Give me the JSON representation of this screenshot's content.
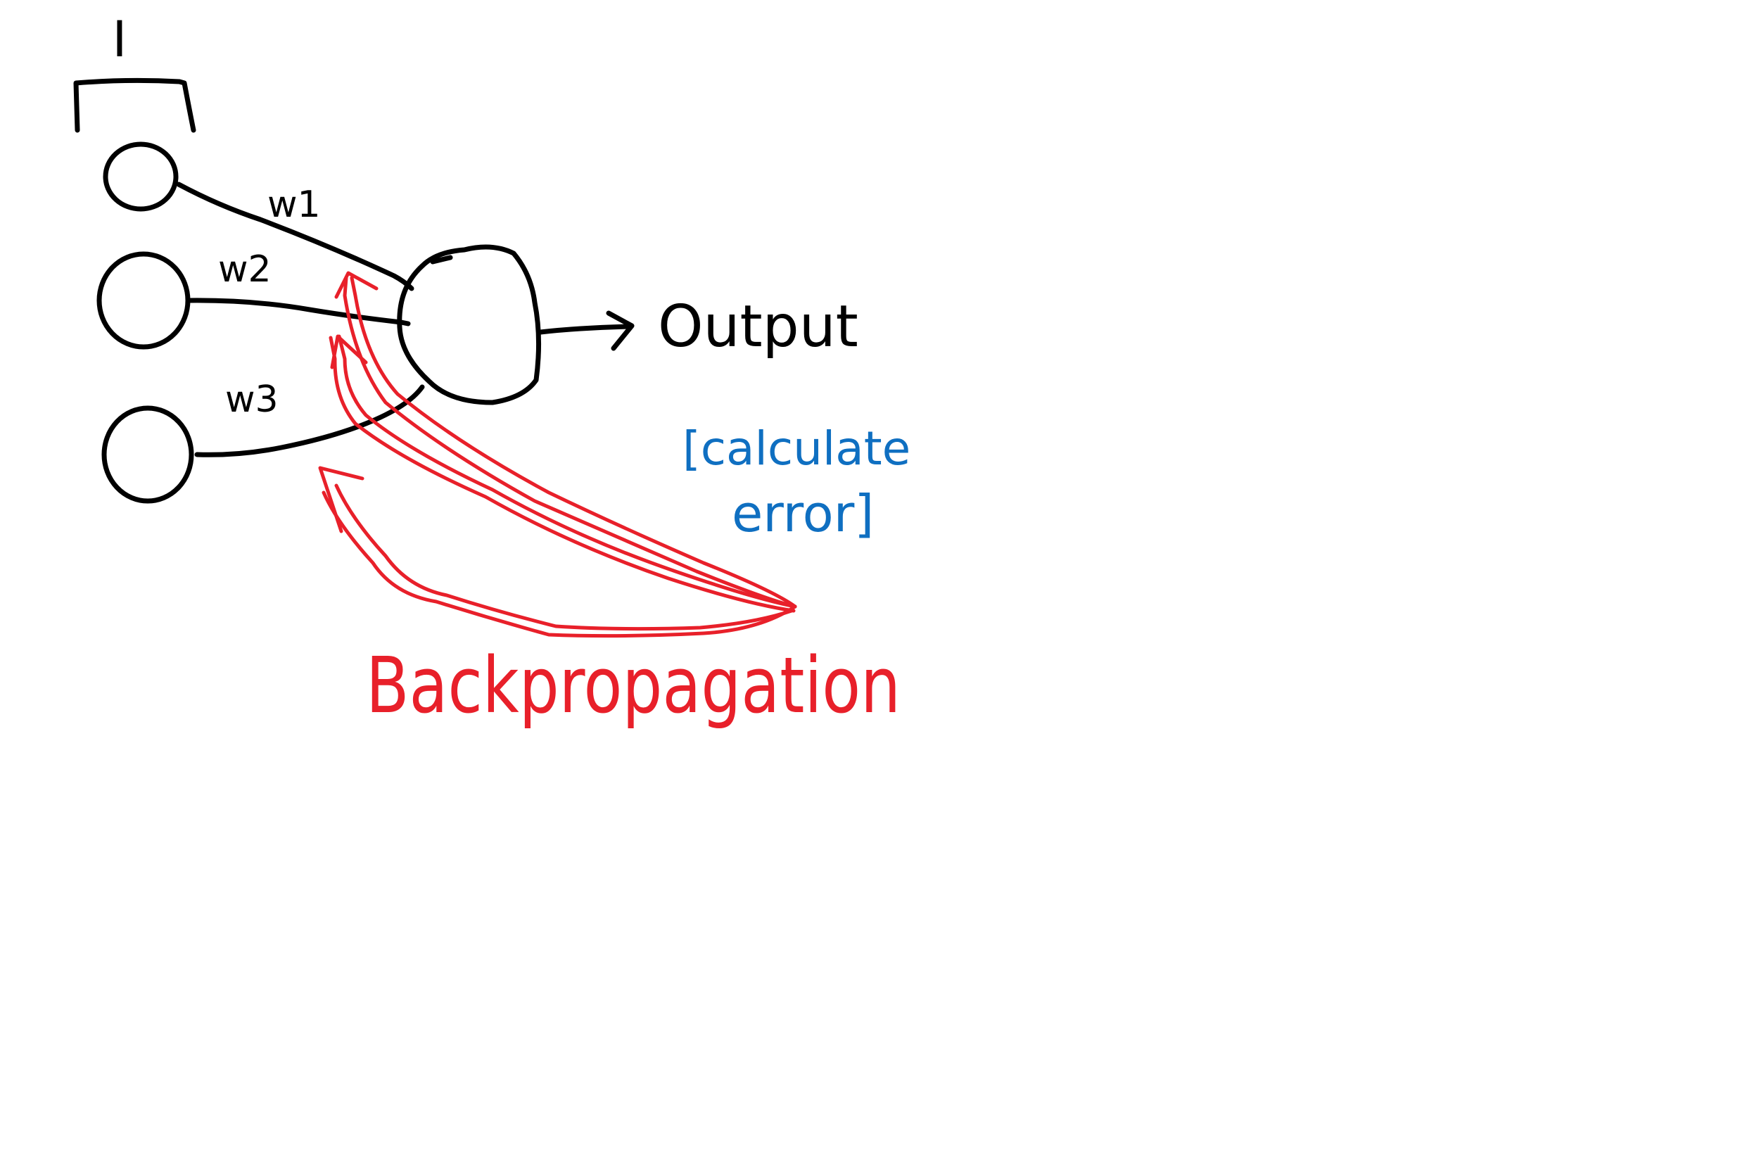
{
  "diagram": {
    "input_label": "I",
    "weights": {
      "w1": "w1",
      "w2": "w2",
      "w3": "w3"
    },
    "output_label": "Output",
    "calc_error_line1": "[calculate",
    "calc_error_line2": "error]",
    "backprop_label": "Backpropagation"
  },
  "colors": {
    "ink": "#000000",
    "backprop": "#e8202a",
    "calc_error": "#0f6fc1",
    "background": "#ffffff"
  }
}
